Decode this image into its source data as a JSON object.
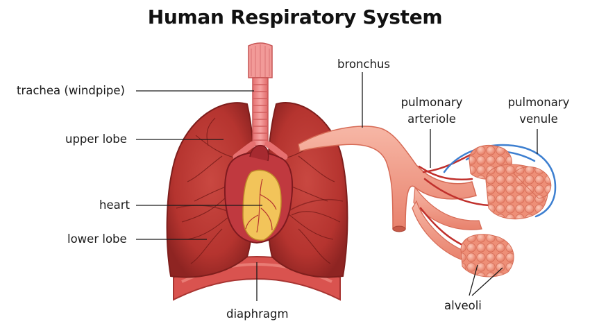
{
  "title": "Human Respiratory System",
  "labels": {
    "trachea": "trachea (windpipe)",
    "upper_lobe": "upper lobe",
    "heart": "heart",
    "lower_lobe": "lower lobe",
    "diaphragm": "diaphragm",
    "bronchus": "bronchus",
    "pulmonary_arteriole_1": "pulmonary",
    "pulmonary_arteriole_2": "arteriole",
    "pulmonary_venule_1": "pulmonary",
    "pulmonary_venule_2": "venule",
    "alveoli": "alveoli"
  },
  "colors": {
    "lung": "#b5342f",
    "lung_dark": "#7e1e1c",
    "trachea": "#f08a8a",
    "heart": "#c0393f",
    "heart_fat": "#f2c45a",
    "diaphragm": "#d9534f",
    "bronchus": "#f2a08b",
    "alveoli": "#f39a82",
    "venule": "#3d7fd0",
    "arteriole": "#c0302c"
  }
}
